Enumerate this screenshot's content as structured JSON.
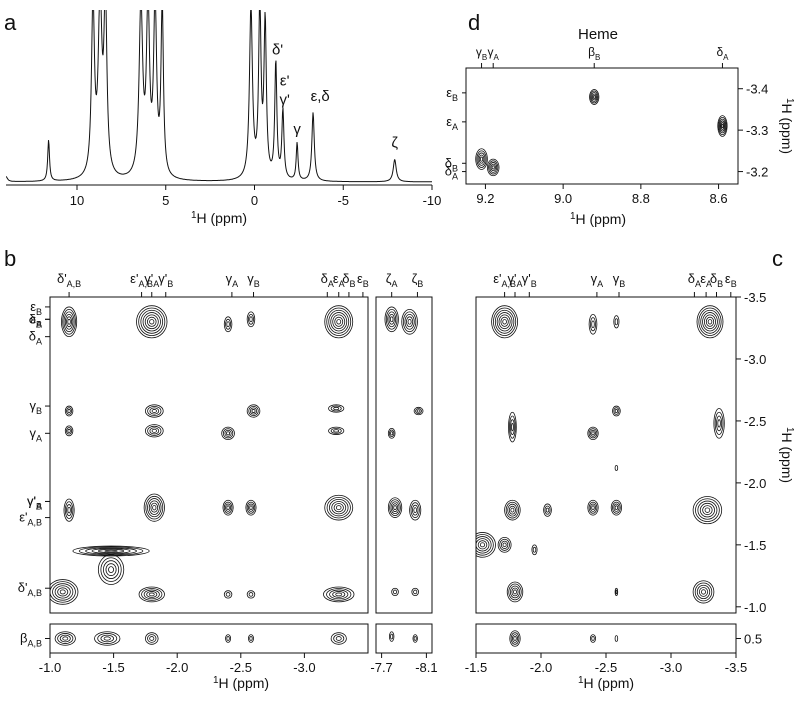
{
  "chart_data": [
    {
      "panel": "a",
      "type": "line",
      "xlabel_sup": "1",
      "xlabel_main": "H (ppm)",
      "xlim": [
        14,
        -10
      ],
      "xticks": [
        "10",
        "5",
        "0",
        "-5",
        "-10"
      ],
      "xtick_values": [
        10,
        5,
        0,
        -5,
        -10
      ],
      "peaks": [
        {
          "x": 14.0,
          "h": 0.03,
          "w": 0.1
        },
        {
          "x": 11.6,
          "h": 0.24,
          "w": 0.06
        },
        {
          "x": 9.1,
          "h": 1.0,
          "w": 0.1
        },
        {
          "x": 8.7,
          "h": 1.0,
          "w": 0.12
        },
        {
          "x": 8.4,
          "h": 1.0,
          "w": 0.1
        },
        {
          "x": 6.4,
          "h": 1.0,
          "w": 0.12
        },
        {
          "x": 6.0,
          "h": 1.0,
          "w": 0.1
        },
        {
          "x": 5.6,
          "h": 1.0,
          "w": 0.1
        },
        {
          "x": 5.2,
          "h": 1.0,
          "w": 0.08
        },
        {
          "x": 0.2,
          "h": 1.0,
          "w": 0.1
        },
        {
          "x": -0.3,
          "h": 1.0,
          "w": 0.08
        },
        {
          "x": -0.6,
          "h": 0.9,
          "w": 0.08
        },
        {
          "x": -1.2,
          "h": 0.68,
          "w": 0.07
        },
        {
          "x": -1.6,
          "h": 0.4,
          "w": 0.07
        },
        {
          "x": -2.4,
          "h": 0.22,
          "w": 0.06
        },
        {
          "x": -3.3,
          "h": 0.4,
          "w": 0.08
        },
        {
          "x": -7.9,
          "h": 0.13,
          "w": 0.1
        }
      ],
      "annotations": [
        {
          "label": "δ'",
          "x": -1.3,
          "level": 0.74
        },
        {
          "label": "ε'",
          "x": -1.7,
          "level": 0.56
        },
        {
          "label": "γ'",
          "x": -1.7,
          "level": 0.45
        },
        {
          "label": "γ",
          "x": -2.4,
          "level": 0.28
        },
        {
          "label": "ε,δ",
          "x": -3.7,
          "level": 0.47
        },
        {
          "label": "ζ",
          "x": -7.9,
          "level": 0.2
        }
      ]
    },
    {
      "panel": "b",
      "type": "heatmap",
      "xlabel_sup": "1",
      "xlabel_main": "H (ppm)",
      "xlim_left": [
        -1.0,
        -3.5
      ],
      "xticks_left": [
        "-1.0",
        "-1.5",
        "-2.0",
        "-2.5",
        "-3.0"
      ],
      "xtick_values_left": [
        -1.0,
        -1.5,
        -2.0,
        -2.5,
        -3.0
      ],
      "xlim_right": [
        -7.65,
        -8.15
      ],
      "xticks_right": [
        "-7.7",
        "-8.1"
      ],
      "xtick_values_right": [
        -7.7,
        -8.1
      ],
      "ylim": [
        -3.5,
        -0.95
      ],
      "strip_ylim": [
        0.35,
        0.65
      ],
      "top_labels": [
        {
          "base": "δ'",
          "sub": "A,B",
          "x": -1.15
        },
        {
          "base": "ε'",
          "sub": "A,B",
          "x": -1.72
        },
        {
          "base": "γ'",
          "sub": "A",
          "x": -1.8
        },
        {
          "base": "γ'",
          "sub": "B",
          "x": -1.91
        },
        {
          "base": "γ",
          "sub": "A",
          "x": -2.43
        },
        {
          "base": "γ",
          "sub": "B",
          "x": -2.6
        },
        {
          "base": "δ",
          "sub": "A",
          "x": -3.18
        },
        {
          "base": "ε",
          "sub": "A",
          "x": -3.27
        },
        {
          "base": "δ",
          "sub": "B",
          "x": -3.35
        },
        {
          "base": "ε",
          "sub": "B",
          "x": -3.46
        },
        {
          "base": "ζ",
          "sub": "A",
          "x": -7.79
        },
        {
          "base": "ζ",
          "sub": "B",
          "x": -8.02
        }
      ],
      "left_labels": [
        {
          "base": "ε",
          "sub": "B",
          "y": -3.42
        },
        {
          "base": "ε",
          "sub": "A",
          "y": -3.32
        },
        {
          "base": "δ",
          "sub": "B",
          "y": -3.32
        },
        {
          "base": "δ",
          "sub": "A",
          "y": -3.18
        },
        {
          "base": "γ",
          "sub": "B",
          "y": -2.62
        },
        {
          "base": "γ",
          "sub": "A",
          "y": -2.4
        },
        {
          "base": "γ'",
          "sub": "A",
          "y": -1.85
        },
        {
          "base": "γ'",
          "sub": "B",
          "y": -1.85
        },
        {
          "base": "ε'",
          "sub": "A,B",
          "y": -1.72
        },
        {
          "base": "δ'",
          "sub": "A,B",
          "y": -1.15
        },
        {
          "base": "β",
          "sub": "A,B",
          "y": 0.5
        }
      ],
      "peaks": [
        {
          "x": -1.15,
          "y": -3.3,
          "rx": 0.06,
          "ry": 0.12,
          "n": 6
        },
        {
          "x": -1.8,
          "y": -3.3,
          "rx": 0.12,
          "ry": 0.13,
          "n": 7
        },
        {
          "x": -2.4,
          "y": -3.28,
          "rx": 0.03,
          "ry": 0.06,
          "n": 3
        },
        {
          "x": -2.58,
          "y": -3.32,
          "rx": 0.03,
          "ry": 0.06,
          "n": 3
        },
        {
          "x": -3.27,
          "y": -3.3,
          "rx": 0.11,
          "ry": 0.13,
          "n": 7
        },
        {
          "x": -1.15,
          "y": -2.58,
          "rx": 0.03,
          "ry": 0.04,
          "n": 3
        },
        {
          "x": -1.15,
          "y": -2.42,
          "rx": 0.03,
          "ry": 0.04,
          "n": 3
        },
        {
          "x": -1.82,
          "y": -2.58,
          "rx": 0.07,
          "ry": 0.05,
          "n": 4
        },
        {
          "x": -1.82,
          "y": -2.42,
          "rx": 0.07,
          "ry": 0.05,
          "n": 4
        },
        {
          "x": -2.4,
          "y": -2.4,
          "rx": 0.05,
          "ry": 0.05,
          "n": 4
        },
        {
          "x": -2.6,
          "y": -2.58,
          "rx": 0.05,
          "ry": 0.05,
          "n": 4
        },
        {
          "x": -3.25,
          "y": -2.6,
          "rx": 0.06,
          "ry": 0.03,
          "n": 3
        },
        {
          "x": -3.25,
          "y": -2.42,
          "rx": 0.06,
          "ry": 0.03,
          "n": 3
        },
        {
          "x": -1.15,
          "y": -1.78,
          "rx": 0.04,
          "ry": 0.09,
          "n": 4
        },
        {
          "x": -1.82,
          "y": -1.8,
          "rx": 0.08,
          "ry": 0.11,
          "n": 6
        },
        {
          "x": -2.4,
          "y": -1.8,
          "rx": 0.04,
          "ry": 0.06,
          "n": 4
        },
        {
          "x": -2.58,
          "y": -1.8,
          "rx": 0.04,
          "ry": 0.06,
          "n": 4
        },
        {
          "x": -3.27,
          "y": -1.8,
          "rx": 0.11,
          "ry": 0.1,
          "n": 6
        },
        {
          "x": -1.48,
          "y": -1.45,
          "rx": 0.3,
          "ry": 0.04,
          "n": 6
        },
        {
          "x": -1.48,
          "y": -1.3,
          "rx": 0.1,
          "ry": 0.12,
          "n": 5
        },
        {
          "x": -1.1,
          "y": -1.12,
          "rx": 0.12,
          "ry": 0.1,
          "n": 6
        },
        {
          "x": -1.8,
          "y": -1.1,
          "rx": 0.1,
          "ry": 0.06,
          "n": 5
        },
        {
          "x": -2.4,
          "y": -1.1,
          "rx": 0.03,
          "ry": 0.03,
          "n": 2
        },
        {
          "x": -2.58,
          "y": -1.1,
          "rx": 0.03,
          "ry": 0.03,
          "n": 2
        },
        {
          "x": -3.27,
          "y": -1.1,
          "rx": 0.12,
          "ry": 0.06,
          "n": 5
        }
      ],
      "right_peaks": [
        {
          "x": -7.79,
          "y": -3.32,
          "rx": 0.06,
          "ry": 0.1,
          "n": 5
        },
        {
          "x": -7.95,
          "y": -3.3,
          "rx": 0.07,
          "ry": 0.1,
          "n": 5
        },
        {
          "x": -8.03,
          "y": -2.58,
          "rx": 0.04,
          "ry": 0.03,
          "n": 3
        },
        {
          "x": -7.79,
          "y": -2.4,
          "rx": 0.03,
          "ry": 0.04,
          "n": 3
        },
        {
          "x": -7.82,
          "y": -1.8,
          "rx": 0.06,
          "ry": 0.08,
          "n": 5
        },
        {
          "x": -8.0,
          "y": -1.78,
          "rx": 0.05,
          "ry": 0.08,
          "n": 4
        },
        {
          "x": -7.82,
          "y": -1.12,
          "rx": 0.03,
          "ry": 0.03,
          "n": 2
        },
        {
          "x": -8.0,
          "y": -1.12,
          "rx": 0.03,
          "ry": 0.03,
          "n": 2
        }
      ],
      "strip_peaks": [
        {
          "x": -1.12,
          "y": 0.5,
          "rx": 0.08,
          "ry": 0.07,
          "n": 4
        },
        {
          "x": -1.45,
          "y": 0.5,
          "rx": 0.1,
          "ry": 0.07,
          "n": 4
        },
        {
          "x": -1.8,
          "y": 0.5,
          "rx": 0.05,
          "ry": 0.06,
          "n": 3
        },
        {
          "x": -2.4,
          "y": 0.5,
          "rx": 0.02,
          "ry": 0.04,
          "n": 2
        },
        {
          "x": -2.58,
          "y": 0.5,
          "rx": 0.02,
          "ry": 0.04,
          "n": 2
        },
        {
          "x": -3.27,
          "y": 0.5,
          "rx": 0.06,
          "ry": 0.06,
          "n": 3
        }
      ],
      "strip_right_peaks": [
        {
          "x": -7.79,
          "y": 0.52,
          "rx": 0.02,
          "ry": 0.05,
          "n": 2
        },
        {
          "x": -8.0,
          "y": 0.5,
          "rx": 0.02,
          "ry": 0.04,
          "n": 2
        }
      ]
    },
    {
      "panel": "c",
      "type": "heatmap",
      "xlabel_sup": "1",
      "xlabel_main": "H (ppm)",
      "ylabel_sup": "1",
      "ylabel_main": "H (ppm)",
      "xlim": [
        -1.5,
        -3.5
      ],
      "xticks": [
        "-1.5",
        "-2.0",
        "-2.5",
        "-3.0",
        "-3.5"
      ],
      "xtick_values": [
        -1.5,
        -2.0,
        -2.5,
        -3.0,
        -3.5
      ],
      "ylim": [
        -3.5,
        -0.95
      ],
      "yticks": [
        "-3.5",
        "-3.0",
        "-2.5",
        "-2.0",
        "-1.5",
        "-1.0"
      ],
      "ytick_values": [
        -3.5,
        -3.0,
        -2.5,
        -2.0,
        -1.5,
        -1.0
      ],
      "strip_ylim": [
        0.35,
        0.65
      ],
      "strip_yticks": [
        "0.5"
      ],
      "strip_ytick_values": [
        0.5
      ],
      "top_labels": [
        {
          "base": "ε'",
          "sub": "A,B",
          "x": -1.72
        },
        {
          "base": "γ'",
          "sub": "A",
          "x": -1.8
        },
        {
          "base": "γ'",
          "sub": "B",
          "x": -1.91
        },
        {
          "base": "γ",
          "sub": "A",
          "x": -2.43
        },
        {
          "base": "γ",
          "sub": "B",
          "x": -2.6
        },
        {
          "base": "δ",
          "sub": "A",
          "x": -3.18
        },
        {
          "base": "ε",
          "sub": "A",
          "x": -3.27
        },
        {
          "base": "δ",
          "sub": "B",
          "x": -3.35
        },
        {
          "base": "ε",
          "sub": "B",
          "x": -3.46
        }
      ],
      "peaks": [
        {
          "x": -1.72,
          "y": -3.3,
          "rx": 0.1,
          "ry": 0.13,
          "n": 7
        },
        {
          "x": -2.4,
          "y": -3.28,
          "rx": 0.03,
          "ry": 0.08,
          "n": 3
        },
        {
          "x": -2.58,
          "y": -3.3,
          "rx": 0.02,
          "ry": 0.05,
          "n": 2
        },
        {
          "x": -3.3,
          "y": -3.3,
          "rx": 0.1,
          "ry": 0.13,
          "n": 7
        },
        {
          "x": -1.78,
          "y": -2.45,
          "rx": 0.03,
          "ry": 0.12,
          "n": 4
        },
        {
          "x": -2.4,
          "y": -2.4,
          "rx": 0.04,
          "ry": 0.05,
          "n": 4
        },
        {
          "x": -2.58,
          "y": -2.58,
          "rx": 0.03,
          "ry": 0.04,
          "n": 3
        },
        {
          "x": -3.37,
          "y": -2.48,
          "rx": 0.04,
          "ry": 0.12,
          "n": 4
        },
        {
          "x": -2.58,
          "y": -2.12,
          "rx": 0.01,
          "ry": 0.02,
          "n": 1
        },
        {
          "x": -1.78,
          "y": -1.78,
          "rx": 0.06,
          "ry": 0.08,
          "n": 5
        },
        {
          "x": -2.05,
          "y": -1.78,
          "rx": 0.03,
          "ry": 0.05,
          "n": 3
        },
        {
          "x": -2.4,
          "y": -1.8,
          "rx": 0.04,
          "ry": 0.06,
          "n": 4
        },
        {
          "x": -2.58,
          "y": -1.8,
          "rx": 0.04,
          "ry": 0.06,
          "n": 4
        },
        {
          "x": -3.28,
          "y": -1.78,
          "rx": 0.11,
          "ry": 0.11,
          "n": 6
        },
        {
          "x": -1.55,
          "y": -1.5,
          "rx": 0.1,
          "ry": 0.1,
          "n": 6
        },
        {
          "x": -1.72,
          "y": -1.5,
          "rx": 0.05,
          "ry": 0.06,
          "n": 4
        },
        {
          "x": -1.95,
          "y": -1.46,
          "rx": 0.02,
          "ry": 0.04,
          "n": 2
        },
        {
          "x": -1.8,
          "y": -1.12,
          "rx": 0.06,
          "ry": 0.08,
          "n": 5
        },
        {
          "x": -2.58,
          "y": -1.12,
          "rx": 0.01,
          "ry": 0.03,
          "n": 2
        },
        {
          "x": -3.25,
          "y": -1.12,
          "rx": 0.08,
          "ry": 0.09,
          "n": 5
        }
      ],
      "strip_peaks": [
        {
          "x": -1.8,
          "y": 0.5,
          "rx": 0.04,
          "ry": 0.08,
          "n": 4
        },
        {
          "x": -2.4,
          "y": 0.5,
          "rx": 0.02,
          "ry": 0.04,
          "n": 2
        },
        {
          "x": -2.58,
          "y": 0.5,
          "rx": 0.01,
          "ry": 0.03,
          "n": 1
        }
      ]
    },
    {
      "panel": "d",
      "type": "heatmap",
      "title": "Heme",
      "xlabel_sup": "1",
      "xlabel_main": "H (ppm)",
      "ylabel_sup": "1",
      "ylabel_main": "H (ppm)",
      "xlim": [
        9.25,
        8.55
      ],
      "xticks": [
        "9.2",
        "9.0",
        "8.8",
        "8.6"
      ],
      "xtick_values": [
        9.2,
        9.0,
        8.8,
        8.6
      ],
      "ylim": [
        -3.45,
        -3.17
      ],
      "yticks": [
        "-3.4",
        "-3.3",
        "-3.2"
      ],
      "ytick_values": [
        -3.4,
        -3.3,
        -3.2
      ],
      "top_labels": [
        {
          "base": "γ",
          "sub": "B",
          "x": 9.21
        },
        {
          "base": "γ",
          "sub": "A",
          "x": 9.18
        },
        {
          "base": "β",
          "sub": "B",
          "x": 8.92
        },
        {
          "base": "δ",
          "sub": "A",
          "x": 8.59
        }
      ],
      "left_labels": [
        {
          "base": "ε",
          "sub": "B",
          "y": -3.39
        },
        {
          "base": "ε",
          "sub": "A",
          "y": -3.32
        },
        {
          "base": "δ",
          "sub": "B",
          "y": -3.22
        },
        {
          "base": "δ",
          "sub": "A",
          "y": -3.2
        }
      ],
      "peaks": [
        {
          "x": 8.92,
          "y": -3.38,
          "rx": 0.012,
          "ry": 0.018,
          "n": 5
        },
        {
          "x": 8.59,
          "y": -3.31,
          "rx": 0.012,
          "ry": 0.025,
          "n": 6
        },
        {
          "x": 9.21,
          "y": -3.23,
          "rx": 0.015,
          "ry": 0.025,
          "n": 5
        },
        {
          "x": 9.18,
          "y": -3.21,
          "rx": 0.015,
          "ry": 0.02,
          "n": 5
        }
      ]
    }
  ],
  "panel_letters": {
    "a": "a",
    "b": "b",
    "c": "c",
    "d": "d"
  }
}
